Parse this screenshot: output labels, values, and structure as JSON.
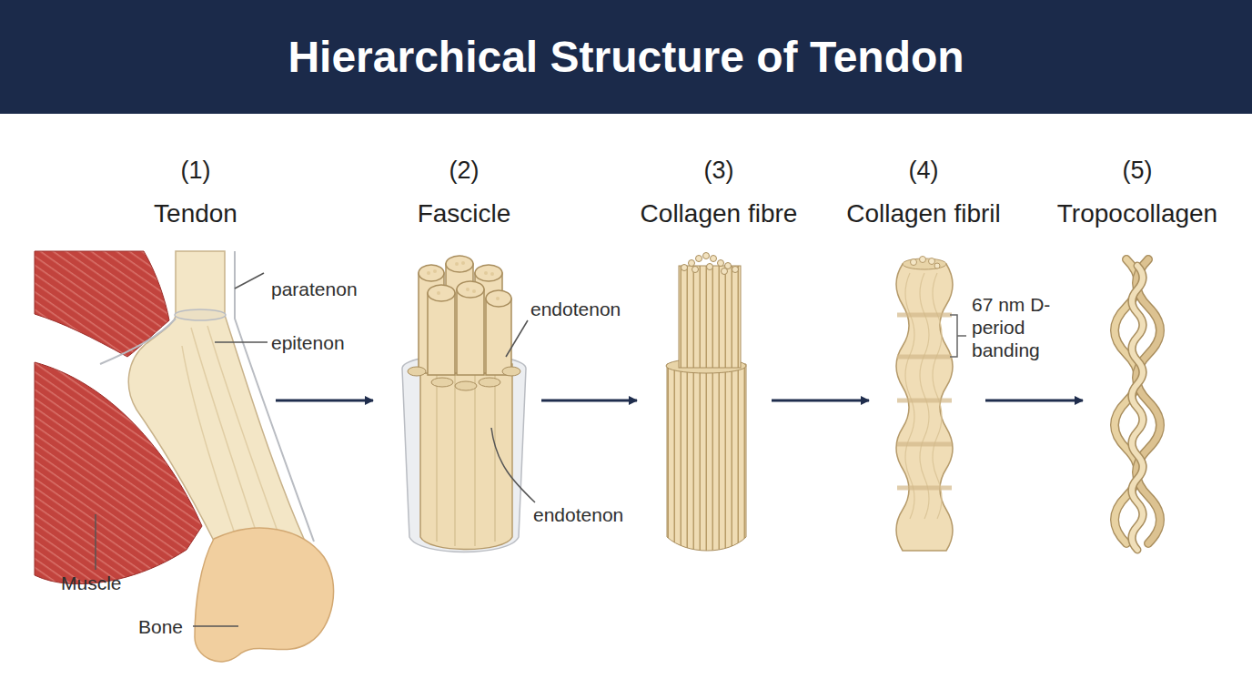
{
  "diagram": {
    "title": "Hierarchical Structure of Tendon",
    "nodes": [
      {
        "text": [
          "(1)",
          "Tendon"
        ]
      },
      {
        "text": [
          "(2)",
          "Fascicle"
        ]
      },
      {
        "text": [
          "(3)",
          "Collagen fibre"
        ]
      },
      {
        "text": [
          "(4)",
          "Collagen fibril"
        ]
      },
      {
        "text": [
          "(5)",
          "Tropocollagen"
        ]
      }
    ],
    "edges": [
      {
        "from": 0,
        "to": 1,
        "arrow": "to"
      },
      {
        "from": 1,
        "to": 2,
        "arrow": "to"
      },
      {
        "from": 2,
        "to": 3,
        "arrow": "to"
      },
      {
        "from": 3,
        "to": 4,
        "arrow": "to"
      }
    ],
    "labels": [
      "paratenon",
      "epitenon",
      "Muscle",
      "Bone",
      "endotenon",
      "endotenon",
      "67 nm D-period banding"
    ]
  }
}
